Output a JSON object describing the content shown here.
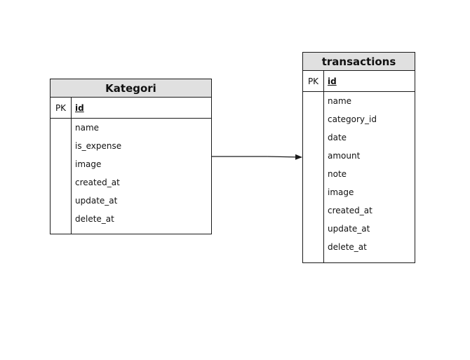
{
  "entities": {
    "kategori": {
      "title": "Kategori",
      "pk_label": "PK",
      "pk_field": "id",
      "fields": [
        "name",
        "is_expense",
        "image",
        "created_at",
        "update_at",
        "delete_at"
      ]
    },
    "transactions": {
      "title": "transactions",
      "pk_label": "PK",
      "pk_field": "id",
      "fields": [
        "name",
        "category_id",
        "date",
        "amount",
        "note",
        "image",
        "created_at",
        "update_at",
        "delete_at"
      ]
    }
  },
  "colors": {
    "header_fill": "#e0e0e0",
    "stroke": "#1a1a1a"
  }
}
